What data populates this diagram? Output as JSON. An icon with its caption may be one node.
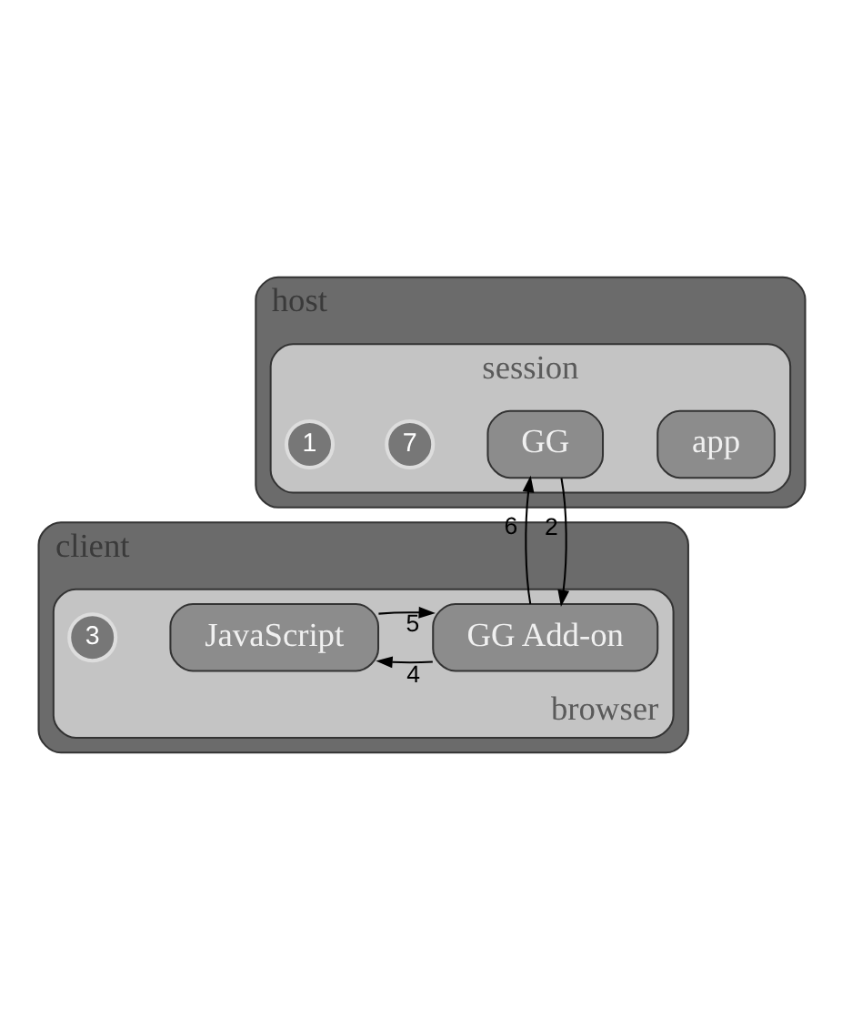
{
  "diagram": {
    "nodes": [
      {
        "text": [
          "host"
        ]
      },
      {
        "text": [
          "session"
        ],
        "in": 0
      },
      {
        "text": [
          "app"
        ],
        "in": 1
      },
      {
        "text": [
          "GG"
        ],
        "in": 1
      },
      {
        "text": [
          "client"
        ]
      },
      {
        "text": [
          "browser"
        ],
        "in": 4
      },
      {
        "text": [
          "GG Add-on"
        ],
        "in": 5
      },
      {
        "text": [
          "JavaScript"
        ],
        "in": 5
      }
    ],
    "edges": [
      {
        "from": 3,
        "to": 6,
        "arrow": "to",
        "label": "2"
      },
      {
        "from": 6,
        "to": 3,
        "arrow": "to",
        "label": "6"
      },
      {
        "from": 6,
        "to": 7,
        "arrow": "to",
        "label": "4"
      },
      {
        "from": 7,
        "to": 6,
        "arrow": "to",
        "label": "5"
      }
    ],
    "labels": [
      "7",
      "1",
      "3"
    ]
  }
}
